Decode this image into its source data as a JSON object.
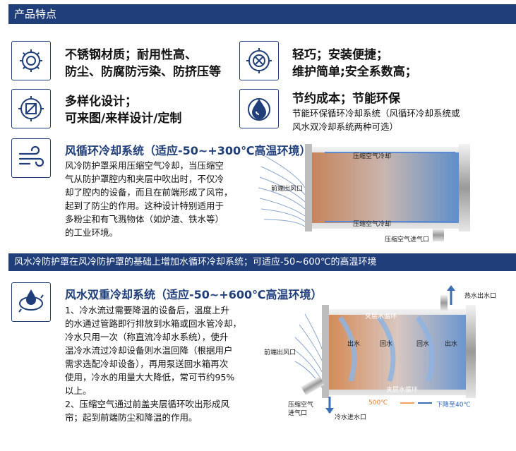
{
  "header": {
    "title": "产品特点"
  },
  "features": [
    {
      "title_line1": "不锈钢材质；耐用性高、",
      "title_line2": "防尘、防腐防污染、防挤压等"
    },
    {
      "title_line1": "轻巧；安装便捷；",
      "title_line2": "维护简单;安全系数高；"
    },
    {
      "title_line1": "多样化设计；",
      "title_line2": "可来图/来样设计/定制"
    },
    {
      "title_line1": "节约成本；节能环保",
      "sub_line1": "节能环保循环冷却系统（风循环冷却系统或",
      "sub_line2": "风水双冷却系统两种可选）"
    }
  ],
  "air_system": {
    "title": "风循环冷却系统（适应-50~+300℃高温环境）",
    "lines": [
      "风冷防护罩采用压缩空气冷却，当压缩空",
      "气从防护罩腔内和夹层中吹出时，不仅冷",
      "却了腔内的设备，而且在前端形成了风帘，",
      "起到了防尘的作用。这种设计特别适用于",
      "多粉尘和有飞溅物体（如炉渣、铁水等）",
      "的工业环境。"
    ],
    "diagram": {
      "top_label": "压缩空气冷却",
      "bottom_label": "压缩空气冷却",
      "outlet_label": "前端出风口",
      "inlet_label": "压缩空气进气口"
    }
  },
  "band_text": "风水冷防护罩在风冷防护罩的基础上增加水循环冷却系统；可适应-50~600℃的高温环境",
  "water_system": {
    "title": "风水双重冷却系统（适应-50~+600℃高温环境）",
    "lines": [
      "1、冷水流过需要降温的设备后，温度上升",
      "的水通过管路即行排放到水箱或回水管冷却，",
      "冷水只用一次（称直流冷却水系统），使升",
      "温冷水流过冷却设备则水温回降（根据用户",
      "需求选配冷却设备），再用泵送回水箱再次",
      "使用，冷水的用量大大降低，常可节约95%",
      "以上。",
      "2、压缩空气通过前盖夹层循环吹出形成风",
      "帘；起到前端防尘和降温的作用。"
    ],
    "diagram": {
      "hot_water_outlet": "热水出水口",
      "top_band": "夹层水循环",
      "bottom_band": "夹层水循环",
      "flow_out": "出水",
      "flow_return": "回水",
      "flow_return2": "回水",
      "flow_out2": "出水",
      "outlet_label": "前端出风口",
      "air_inlet_1": "压缩空气",
      "air_inlet_2": "进气口",
      "cold_water_inlet": "冷水进水口",
      "temp_high": "500℃",
      "temp_low": "下降至40℃"
    }
  },
  "colors": {
    "navy": "#1f3e7a",
    "hot": "#d98040",
    "cold": "#3a78c8"
  }
}
